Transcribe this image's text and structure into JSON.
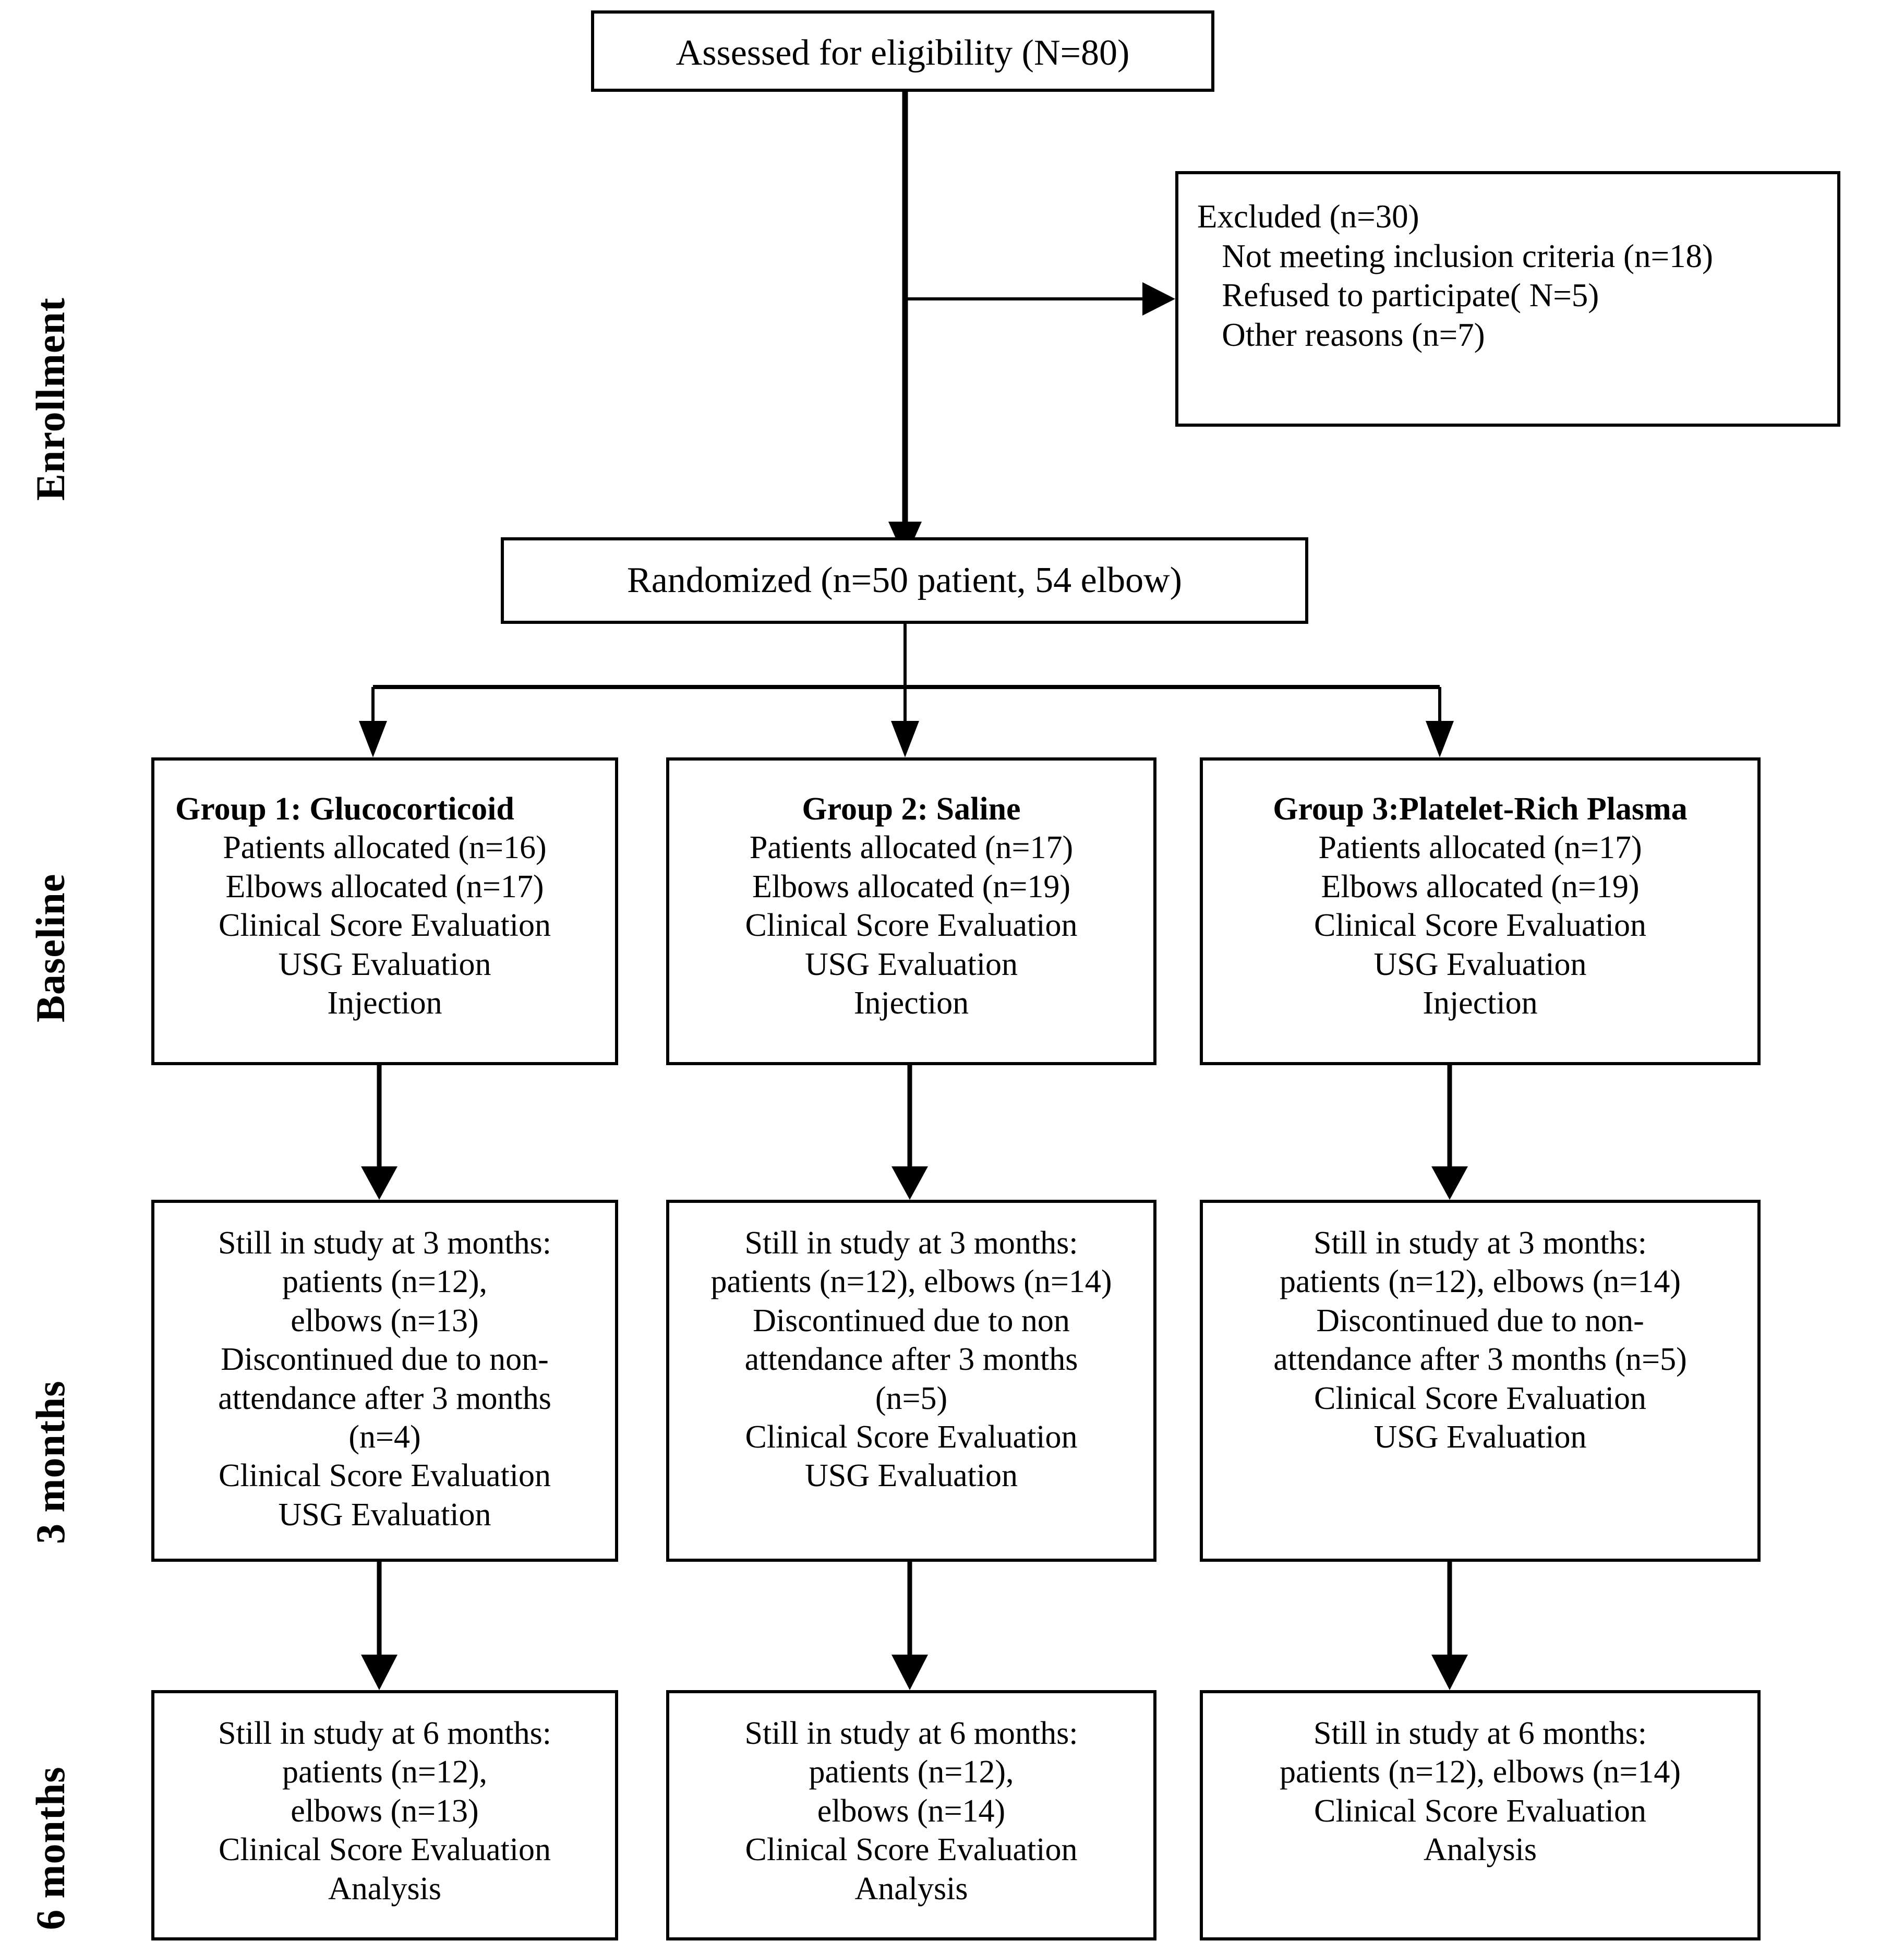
{
  "diagram": {
    "title": "CONSORT participant flow diagram",
    "font_color": "#000000",
    "box_border_color": "#000000",
    "background_color": "#ffffff"
  },
  "stages": [
    {
      "id": "enrollment",
      "label": "Enrollment"
    },
    {
      "id": "baseline",
      "label": "Baseline"
    },
    {
      "id": "month3",
      "label": "3 months"
    },
    {
      "id": "month6",
      "label": "6 months"
    }
  ],
  "nodes": {
    "assessed": {
      "lines": [
        "Assessed for eligibility (N=80)"
      ]
    },
    "excluded": {
      "lines": [
        "Excluded (n=30)",
        "   Not meeting inclusion criteria (n=18)",
        "   Refused to participate( N=5)",
        "   Other reasons (n=7)"
      ]
    },
    "randomized": {
      "lines": [
        "Randomized (n=50 patient, 54 elbow)"
      ]
    },
    "group1_baseline": {
      "title": "Group 1: Glucocorticoid",
      "lines": [
        "Patients allocated (n=16)",
        "Elbows allocated (n=17)",
        "Clinical Score Evaluation",
        "USG Evaluation",
        "Injection"
      ]
    },
    "group2_baseline": {
      "title": "Group 2: Saline",
      "lines": [
        "Patients allocated (n=17)",
        "Elbows allocated (n=19)",
        "Clinical Score Evaluation",
        "USG Evaluation",
        "Injection"
      ]
    },
    "group3_baseline": {
      "title": "Group 3:Platelet-Rich Plasma",
      "lines": [
        "Patients allocated (n=17)",
        "Elbows allocated (n=19)",
        "Clinical Score Evaluation",
        "USG Evaluation",
        "Injection"
      ]
    },
    "group1_month3": {
      "lines": [
        "Still in study at 3 months:",
        "patients (n=12),",
        "elbows (n=13)",
        "Discontinued due to non-",
        "attendance after 3 months",
        "(n=4)",
        "Clinical Score Evaluation",
        "USG Evaluation"
      ]
    },
    "group2_month3": {
      "lines": [
        "Still in study at 3 months:",
        "patients (n=12), elbows (n=14)",
        "Discontinued due to non",
        "attendance after 3 months",
        "(n=5)",
        "Clinical Score Evaluation",
        "USG Evaluation"
      ]
    },
    "group3_month3": {
      "lines": [
        "Still in study at 3 months:",
        "patients (n=12), elbows (n=14)",
        "Discontinued due to non-",
        "attendance after 3 months (n=5)",
        "Clinical Score Evaluation",
        "USG Evaluation"
      ]
    },
    "group1_month6": {
      "lines": [
        "Still in study at 6 months:",
        "patients (n=12),",
        "elbows (n=13)",
        "Clinical Score Evaluation",
        "Analysis"
      ]
    },
    "group2_month6": {
      "lines": [
        "Still in study at 6 months:",
        "patients (n=12),",
        "elbows (n=14)",
        "Clinical Score Evaluation",
        "Analysis"
      ]
    },
    "group3_month6": {
      "lines": [
        "Still in study at 6 months:",
        "patients (n=12), elbows (n=14)",
        "Clinical Score Evaluation",
        "Analysis"
      ]
    }
  },
  "flow": {
    "edges": [
      {
        "from": "assessed",
        "to": "excluded",
        "type": "elbow-right"
      },
      {
        "from": "assessed",
        "to": "randomized",
        "type": "vertical"
      },
      {
        "from": "randomized",
        "to": "group1_baseline",
        "type": "split"
      },
      {
        "from": "randomized",
        "to": "group2_baseline",
        "type": "split"
      },
      {
        "from": "randomized",
        "to": "group3_baseline",
        "type": "split"
      },
      {
        "from": "group1_baseline",
        "to": "group1_month3",
        "type": "vertical"
      },
      {
        "from": "group2_baseline",
        "to": "group2_month3",
        "type": "vertical"
      },
      {
        "from": "group3_baseline",
        "to": "group3_month3",
        "type": "vertical"
      },
      {
        "from": "group1_month3",
        "to": "group1_month6",
        "type": "vertical"
      },
      {
        "from": "group2_month3",
        "to": "group2_month6",
        "type": "vertical"
      },
      {
        "from": "group3_month3",
        "to": "group3_month6",
        "type": "vertical"
      }
    ]
  }
}
